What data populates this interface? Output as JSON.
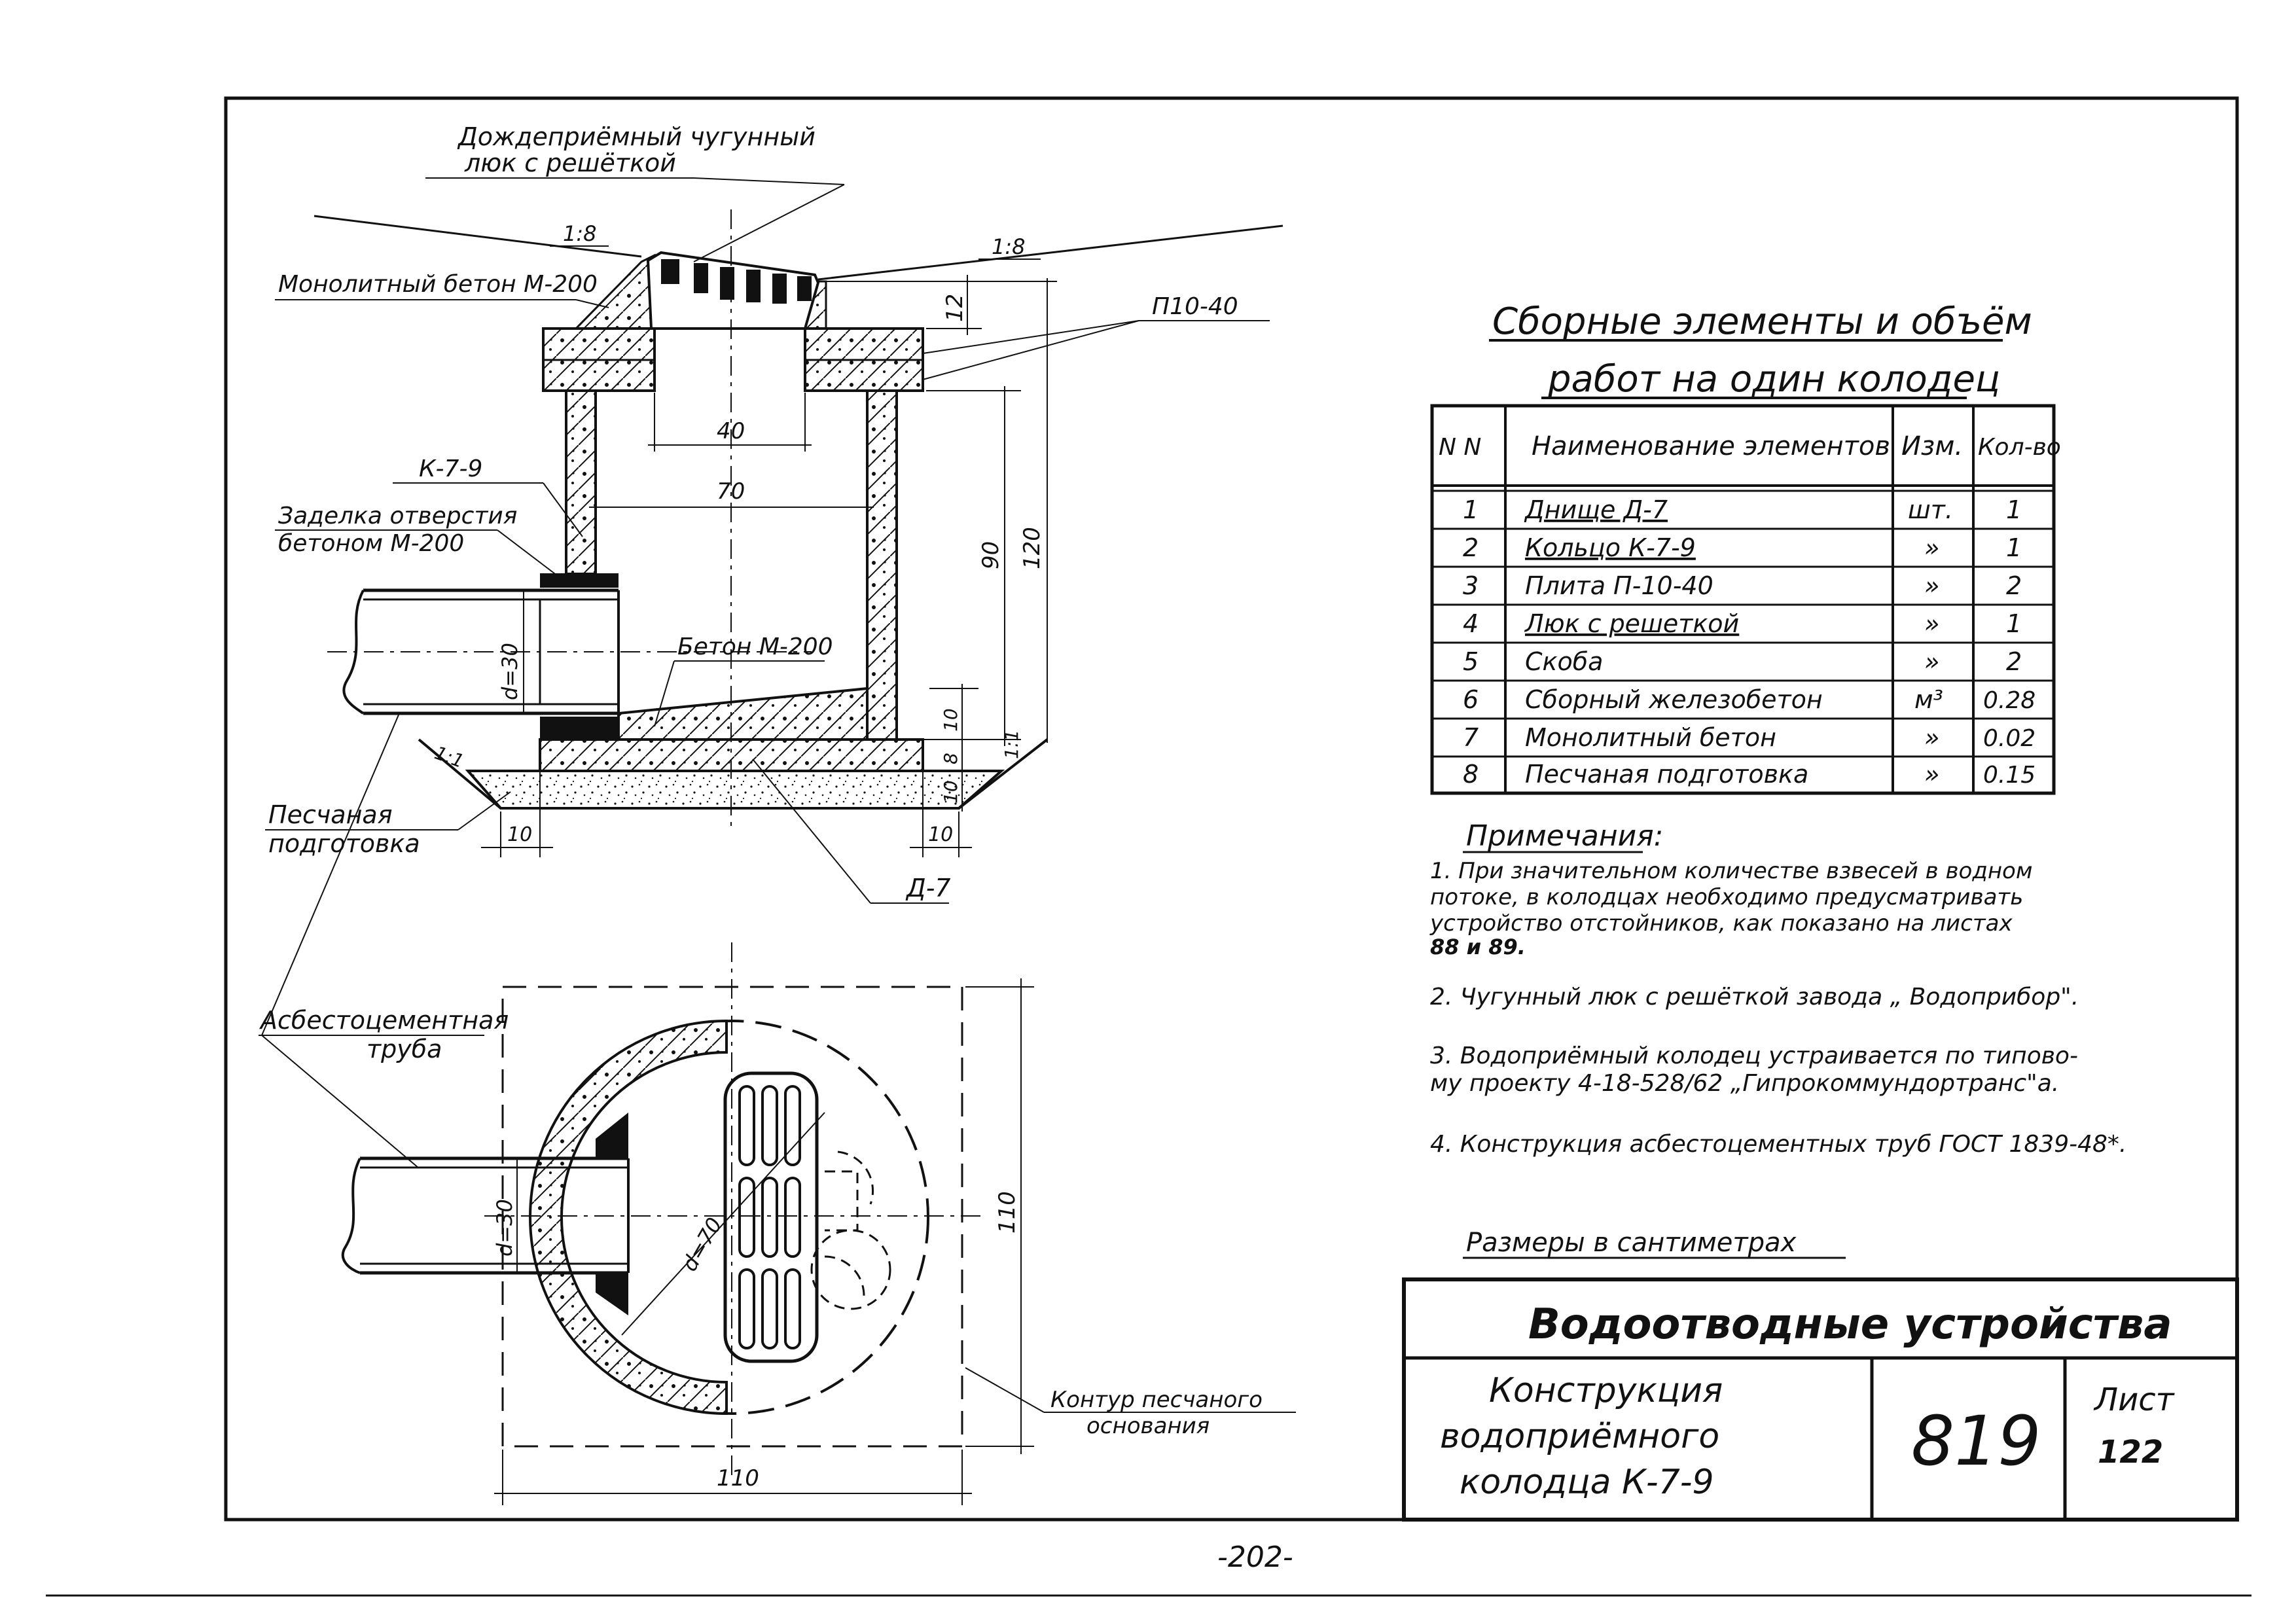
{
  "drawing": {
    "callouts": {
      "hatch": "Дождеприёмный  чугунный",
      "hatch_2": "люк   с  решёткой",
      "concrete_monolith": "Монолитный бетон М-200",
      "ring": "К-7-9",
      "seal": "Заделка  отверстия",
      "seal_2": "бетоном  М-200",
      "concrete_bottom": "Бетон М-200",
      "sand": "Песчаная",
      "sand_2": "подготовка",
      "slab": "П10-40",
      "bottom": "Д-7",
      "pipe": "Асбестоцементная",
      "pipe_2": "труба",
      "sand_contour": "Контур  песчаного",
      "sand_contour_2": "основания"
    },
    "slopes": {
      "left": "1:8",
      "right": "1:8",
      "side_left": "1:1",
      "side_right": "1:1"
    },
    "dimensions": {
      "hatch_height": "12",
      "opening": "40",
      "inner": "70",
      "inner_height": "90",
      "total_height": "120",
      "bottom_thickness": "10",
      "base_thickness": "8",
      "sand_thickness": "10",
      "offset_left": "10",
      "offset_right": "10",
      "pipe_dia": "d=30",
      "plan_pipe_dia": "d=30",
      "plan_dia": "d=70",
      "plan_width": "110",
      "plan_height": "110"
    }
  },
  "table": {
    "title_line1": "Сборные  элементы  и  объём",
    "title_line2": "работ  на  один  колодец",
    "headers": [
      "N N",
      "Наименование  элементов",
      "Изм.",
      "Кол-во"
    ],
    "rows": [
      [
        "1",
        "Днище  Д-7",
        "шт.",
        "1"
      ],
      [
        "2",
        "Кольцо  К-7-9",
        "»",
        "1"
      ],
      [
        "3",
        "Плита   П-10-40",
        "»",
        "2"
      ],
      [
        "4",
        "Люк с  решеткой",
        "»",
        "1"
      ],
      [
        "5",
        "Скоба",
        "»",
        "2"
      ],
      [
        "6",
        "Сборный  железобетон",
        "м³",
        "0.28"
      ],
      [
        "7",
        "Монолитный  бетон",
        "»",
        "0.02"
      ],
      [
        "8",
        "Песчаная  подготовка",
        "»",
        "0.15"
      ]
    ]
  },
  "notes": {
    "heading": "Примечания:",
    "n1_l1": "1.  При  значительном  количестве  взвесей  в водном",
    "n1_l2": "потоке, в колодцах  необходимо  предусматривать",
    "n1_l3": "устройство  отстойников, как показано на листах",
    "n1_l4": "88 и 89.",
    "n2": "2.  Чугунный  люк   с  решёткой  завода „ Водоприбор\".",
    "n3_l1": "3.  Водоприёмный  колодец  устраивается  по типово-",
    "n3_l2": "му  проекту  4-18-528/62 „Гипрокоммундортранс\"а.",
    "n4": "4.  Конструкция   асбестоцементных  труб ГОСТ 1839-48*.",
    "units": "Размеры  в   сантиметрах"
  },
  "stamp": {
    "header": "Водоотводные   устройства",
    "name_l1": "Конструкция",
    "name_l2": "водоприёмного",
    "name_l3": "колодца К-7-9",
    "number": "819",
    "sheet_label": "Лист",
    "sheet_no": "122"
  },
  "page_number": "-202-"
}
